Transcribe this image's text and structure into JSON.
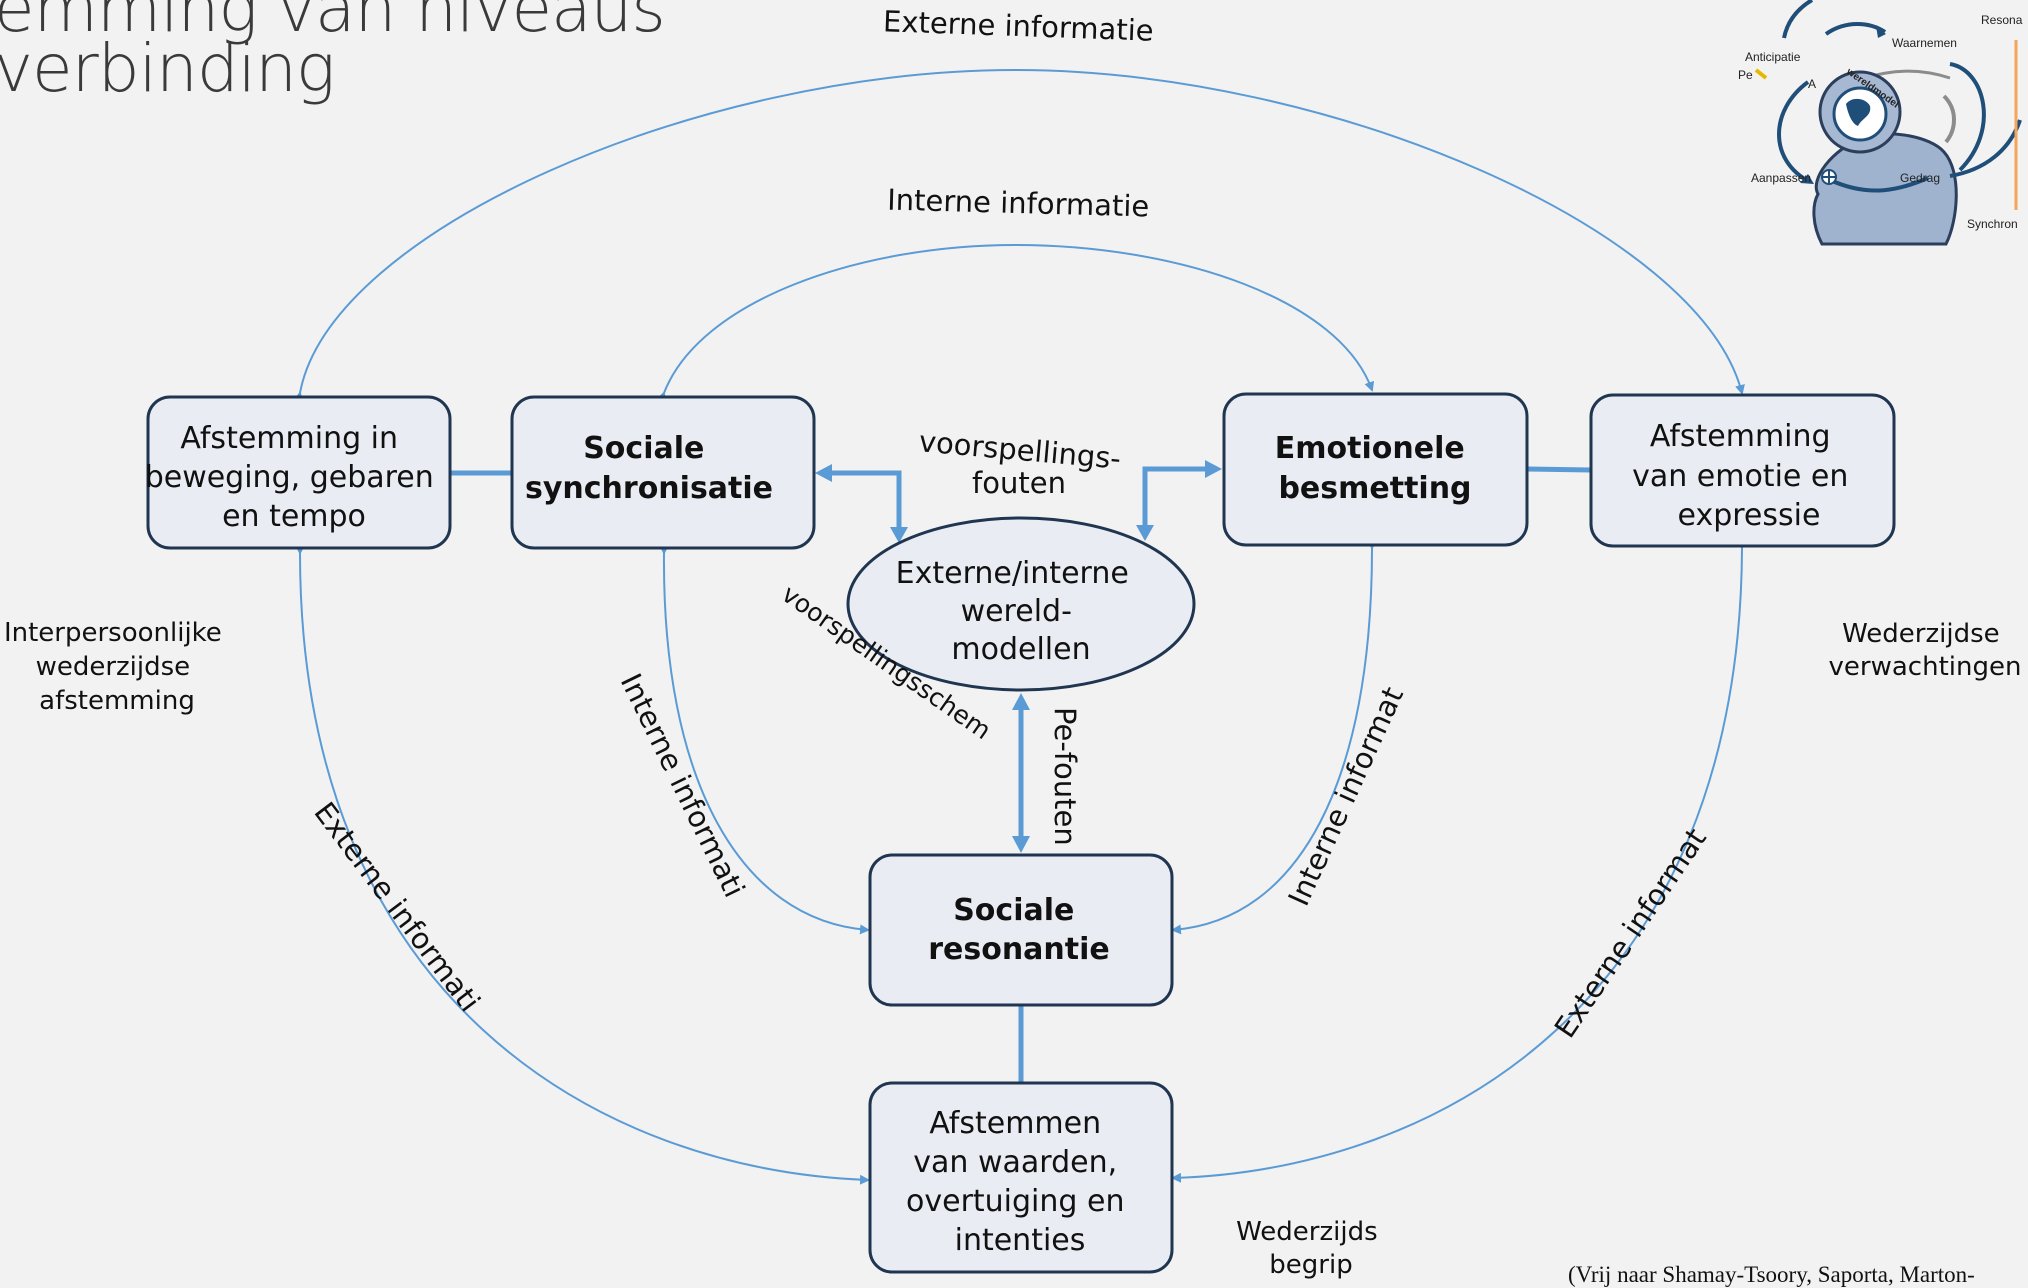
{
  "title": {
    "line1": "emming van niveaus",
    "line2": "verbinding"
  },
  "nodes": {
    "beweging": [
      "Afstemming in",
      "beweging, gebaren",
      "en tempo"
    ],
    "sociale_sync": [
      "Sociale",
      "synchronisatie"
    ],
    "emotionele": [
      "Emotionele",
      "besmetting"
    ],
    "emotie_expressie": [
      "Afstemming",
      "van emotie en",
      "expressie"
    ],
    "wereldmodellen": [
      "Externe/interne",
      "wereld-",
      "modellen"
    ],
    "resonantie": [
      "Sociale",
      "resonantie"
    ],
    "waarden": [
      "Afstemmen",
      "van waarden,",
      "overtuiging en",
      "intenties"
    ]
  },
  "labels": {
    "externe_top": "Externe informatie",
    "interne_top": "Interne informatie",
    "voorspellingsfouten": [
      "voorspellings-",
      "fouten"
    ],
    "voorspellingsschemas": "voorspellingsschema's",
    "pe_fouten": "Pe-fouten",
    "interne_left": "Interne informatie",
    "interne_right": "Interne informatie",
    "externe_left": "Externe informatie",
    "externe_right": "Externe informatie"
  },
  "side_labels": {
    "interpersoonlijk": [
      "Interpersoonlijke",
      "wederzijdse",
      "afstemming"
    ],
    "verwachtingen": [
      "Wederzijdse",
      "verwachtingen"
    ],
    "begrip": [
      "Wederzijds",
      "begrip"
    ]
  },
  "thumbnail": {
    "anticipatie": "Anticipatie",
    "pe": "Pe",
    "waarnemen": "Waarnemen",
    "wereldmodel": "wereldmodel",
    "a": "A",
    "aanpassen": "Aanpassen",
    "gedrag": "Gedrag",
    "resona": "Resona",
    "synchron": "Synchron"
  },
  "citation": "(Vrij naar Shamay-Tsoory, Saporta, Marton-",
  "colors": {
    "arrow": "#5b9bd5",
    "box_fill": "#e9ecf2",
    "box_stroke": "#1f3550",
    "background": "#f2f2f2"
  }
}
